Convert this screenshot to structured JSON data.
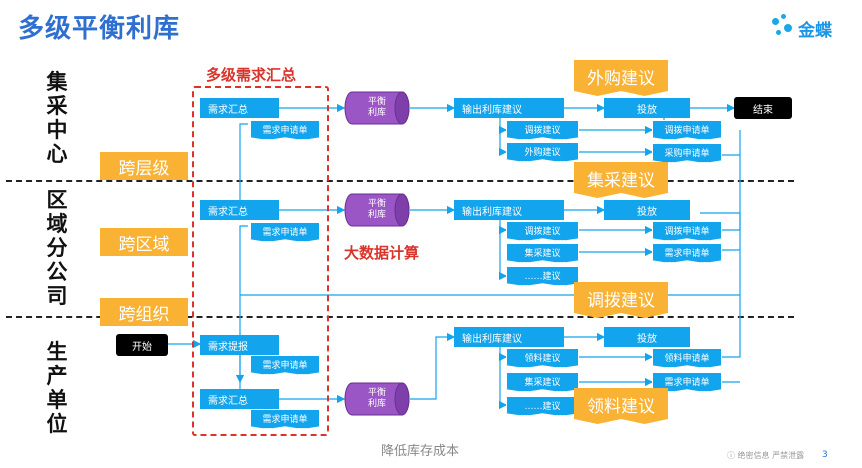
{
  "title": "多级平衡利库",
  "logo": {
    "text": "金蝶"
  },
  "rows": {
    "central": "集采中心",
    "regional": "区域分公司",
    "production": "生产单位"
  },
  "levels": {
    "cross_layer": "跨层级",
    "cross_region": "跨区域",
    "cross_org": "跨组织"
  },
  "red_box_title": "多级需求汇总",
  "big_data": "大数据计算",
  "suggestions": {
    "outsource": "外购建议",
    "central_purchase": "集采建议",
    "transfer": "调拨建议",
    "material": "领料建议"
  },
  "nodes": {
    "demand_summary": "需求汇总",
    "demand_request": "需求申请单",
    "demand_report": "需求提报",
    "balance_store": "平衡利库",
    "output_suggestion": "输出利库建议",
    "transfer_suggestion": "调拨建议",
    "outsource_suggestion": "外购建议",
    "central_purchase_suggestion": "集采建议",
    "etc_suggestion": "……建议",
    "material_suggestion": "领料建议",
    "release": "投放",
    "transfer_request": "调拨申请单",
    "purchase_request": "采购申请单",
    "material_request": "领料申请单",
    "end": "结束",
    "start": "开始"
  },
  "footer": "降低库存成本",
  "confidential": "ⓘ 绝密信息 严禁泄露",
  "page_number": "3",
  "colors": {
    "accent_blue": "#13a4ee",
    "title_blue": "#2f6fd0",
    "yellow": "#f9b233",
    "red": "#d9342b"
  }
}
